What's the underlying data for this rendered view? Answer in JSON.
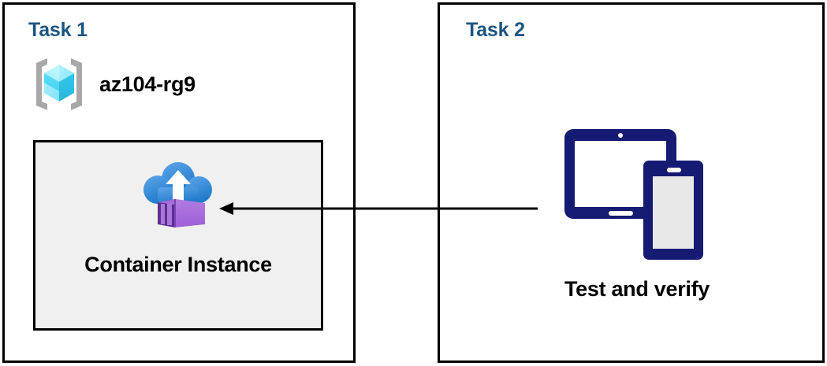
{
  "diagram": {
    "title": "Azure container instance task diagram",
    "colors": {
      "panel_border": "#000000",
      "panel_fill": "#ffffff",
      "task_title": "#1a5580",
      "inner_box_fill": "#f0f0f0",
      "label_text": "#000000",
      "device_navy": "#151b72",
      "container_purple": "#a461d8",
      "container_purple_dark": "#5f2e8e",
      "cloud_blue": "#2e8ce0",
      "resource_group_cyan": "#50e6ff",
      "resource_group_bracket_gray": "#a8a8a8",
      "arrow": "#000000"
    }
  },
  "panels": [
    {
      "id": "task1",
      "title": "Task 1",
      "resource_group": {
        "label": "az104-rg9",
        "icon": "resource-group-icon"
      },
      "inner_box": {
        "label": "Container Instance",
        "icon": "container-instance-icon"
      }
    },
    {
      "id": "task2",
      "title": "Task 2",
      "item": {
        "label": "Test and verify",
        "icon": "devices-tablet-phone-icon"
      }
    }
  ],
  "connector": {
    "name": "arrow-task2-to-container-instance",
    "direction": "right-to-left",
    "from": "Test and verify",
    "to": "Container Instance"
  }
}
